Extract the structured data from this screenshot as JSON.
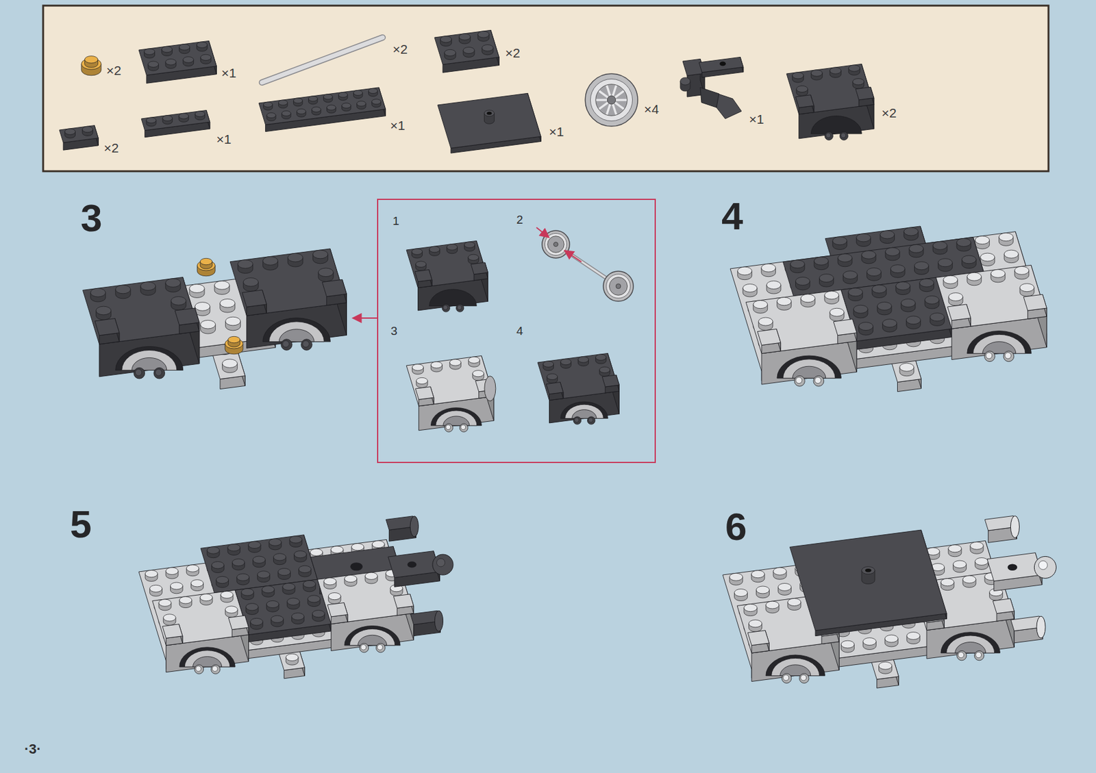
{
  "diagram": {
    "labels": [
      "×2",
      "×1",
      "×2",
      "×2",
      "×4",
      "×1",
      "×2",
      "×2",
      "×1",
      "×1",
      "×1",
      "3",
      "1",
      "2",
      "3",
      "4",
      "4",
      "5",
      "6",
      "·3·"
    ]
  }
}
